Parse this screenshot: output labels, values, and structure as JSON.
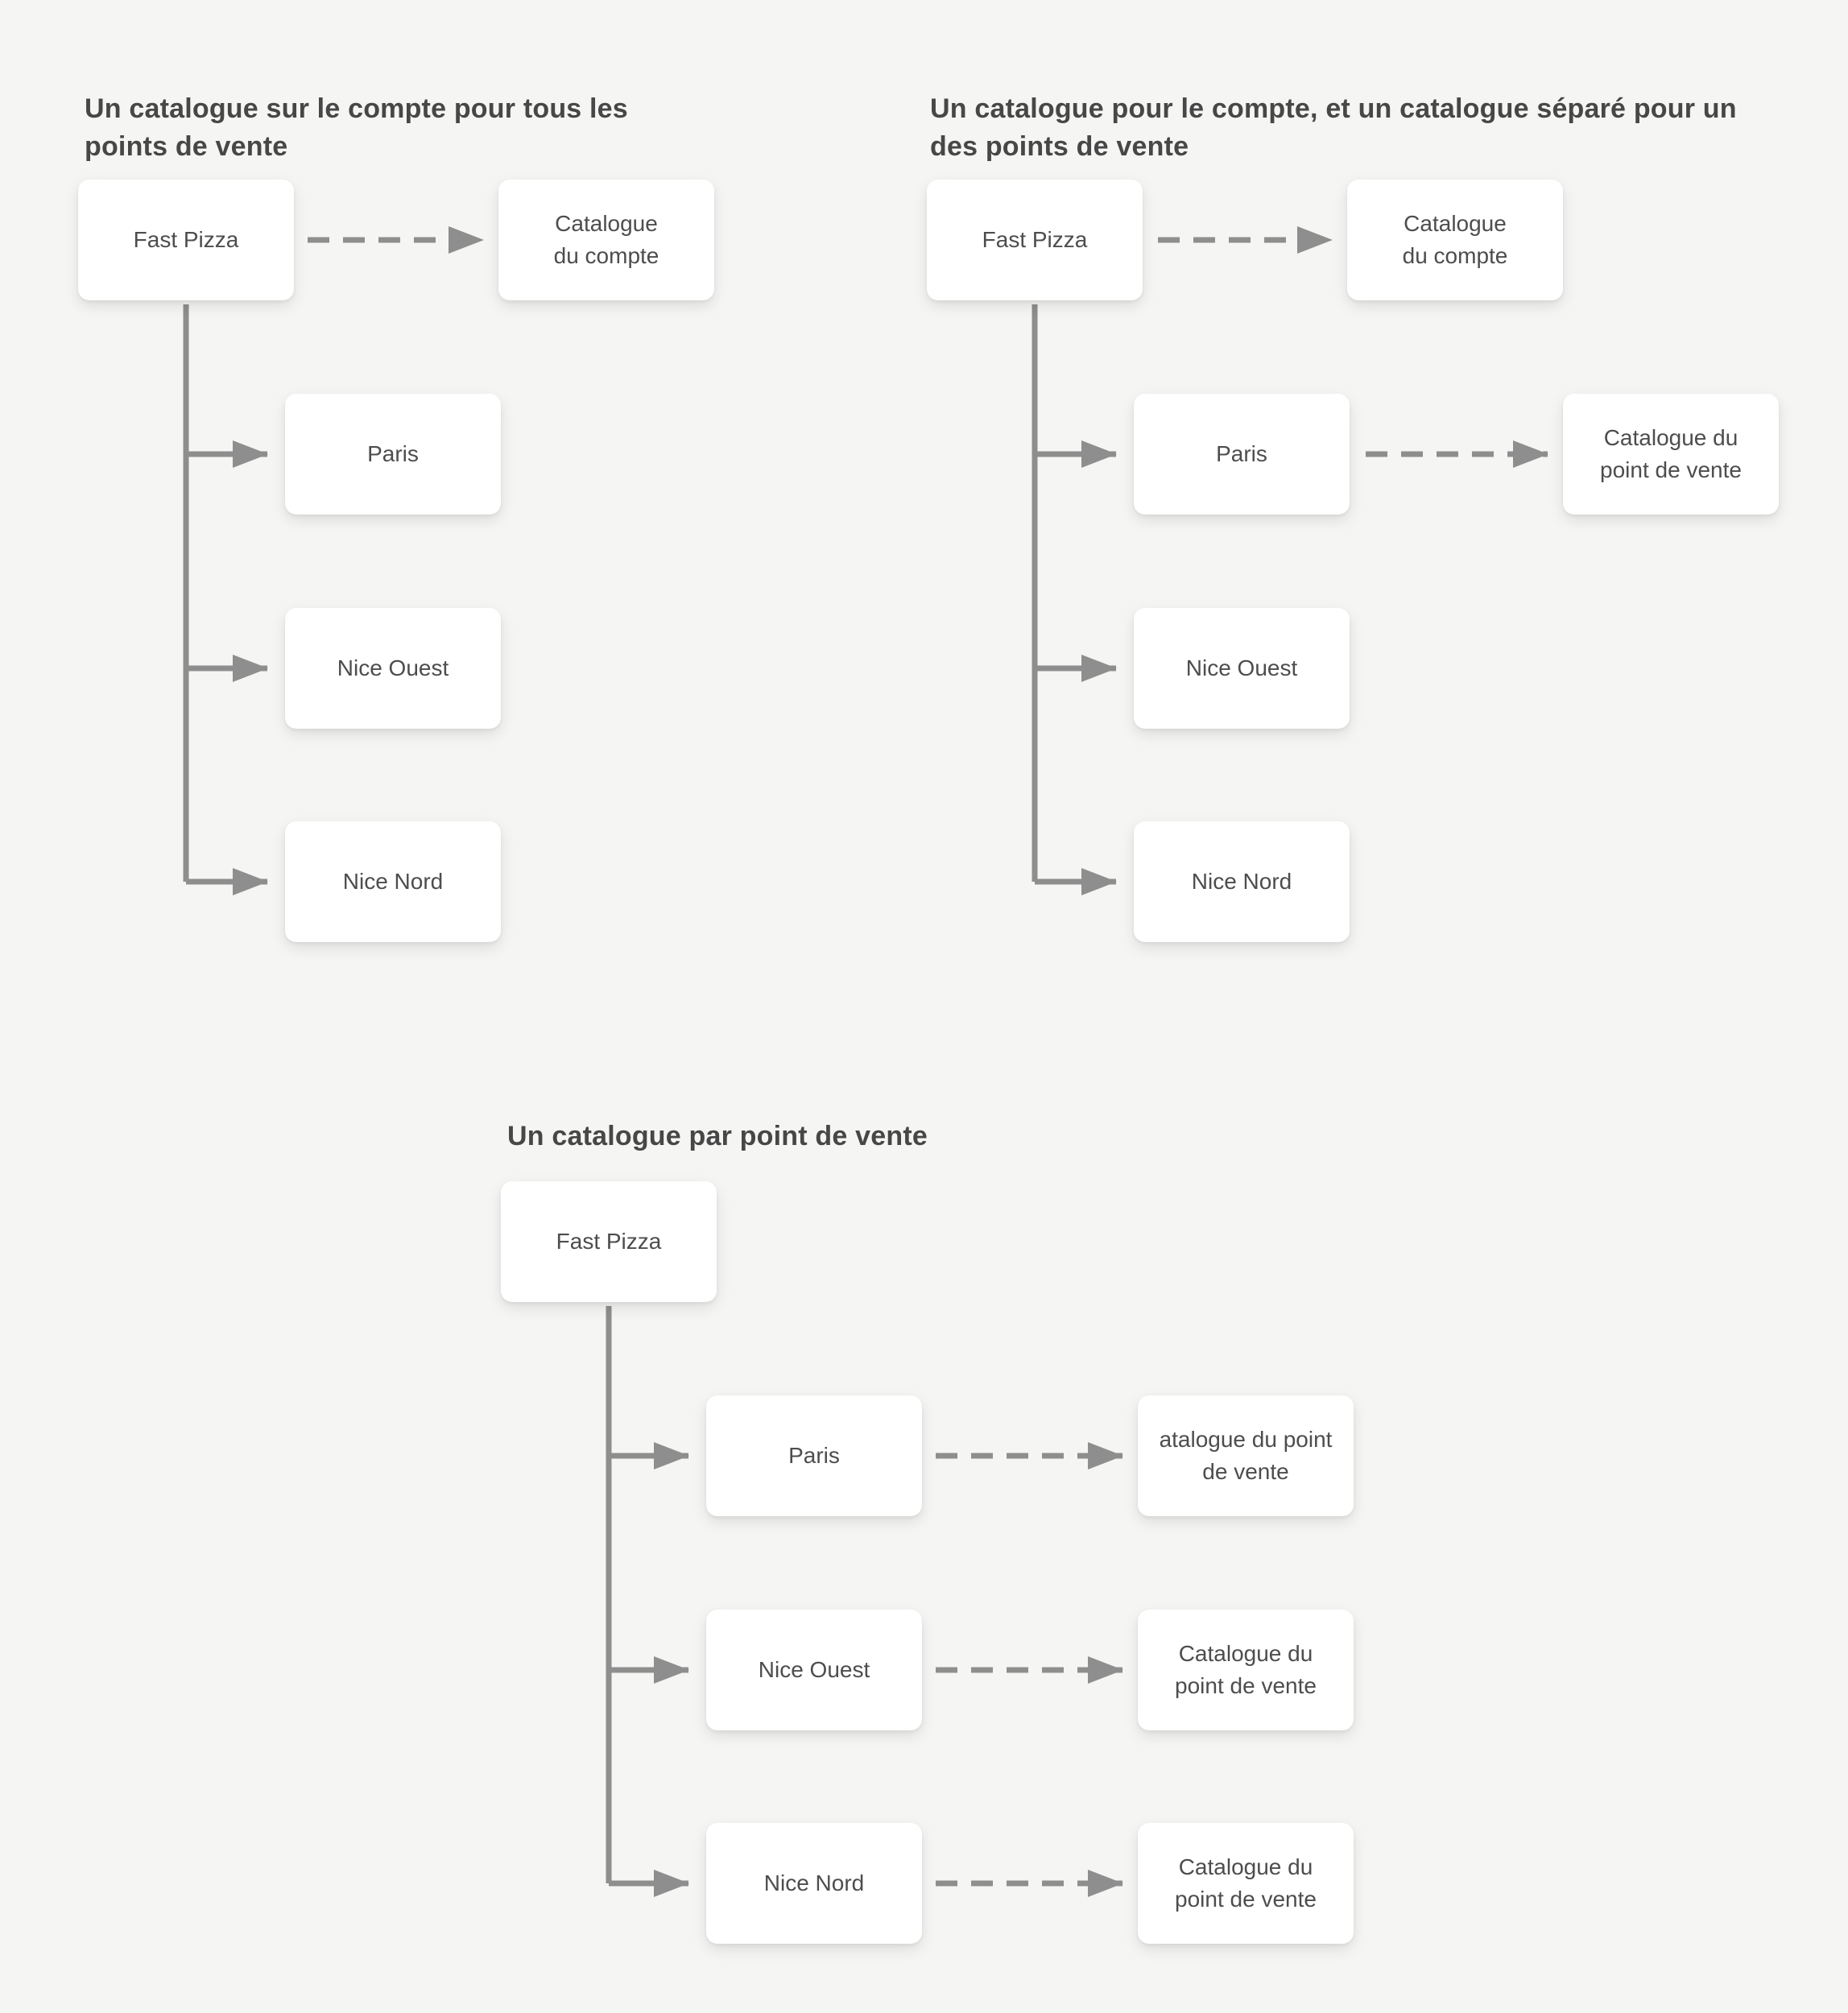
{
  "canvas": {
    "background_color": "#f5f5f3",
    "box_fill_color": "#ffffff",
    "connector_color": "#8e8e8e",
    "title_color": "#474747",
    "label_color": "#4d4d4d"
  },
  "diagram1": {
    "title": "Un catalogue sur le compte pour tous les\npoints de vente",
    "nodes": {
      "account": "Fast Pizza",
      "account_catalog": "Catalogue\ndu compte",
      "outlet1": "Paris",
      "outlet2": "Nice Ouest",
      "outlet3": "Nice Nord"
    }
  },
  "diagram2": {
    "title": "Un catalogue pour le compte, et un catalogue séparé pour un\ndes points de vente",
    "nodes": {
      "account": "Fast Pizza",
      "account_catalog": "Catalogue\ndu compte",
      "outlet1": "Paris",
      "outlet1_catalog": "Catalogue du\npoint de vente",
      "outlet2": "Nice Ouest",
      "outlet3": "Nice Nord"
    }
  },
  "diagram3": {
    "title": "Un catalogue par point de vente",
    "nodes": {
      "account": "Fast Pizza",
      "outlet1": "Paris",
      "outlet1_catalog": "atalogue du point\nde vente",
      "outlet2": "Nice Ouest",
      "outlet2_catalog": "Catalogue du\npoint de vente",
      "outlet3": "Nice Nord",
      "outlet3_catalog": "Catalogue du\npoint de vente"
    }
  }
}
